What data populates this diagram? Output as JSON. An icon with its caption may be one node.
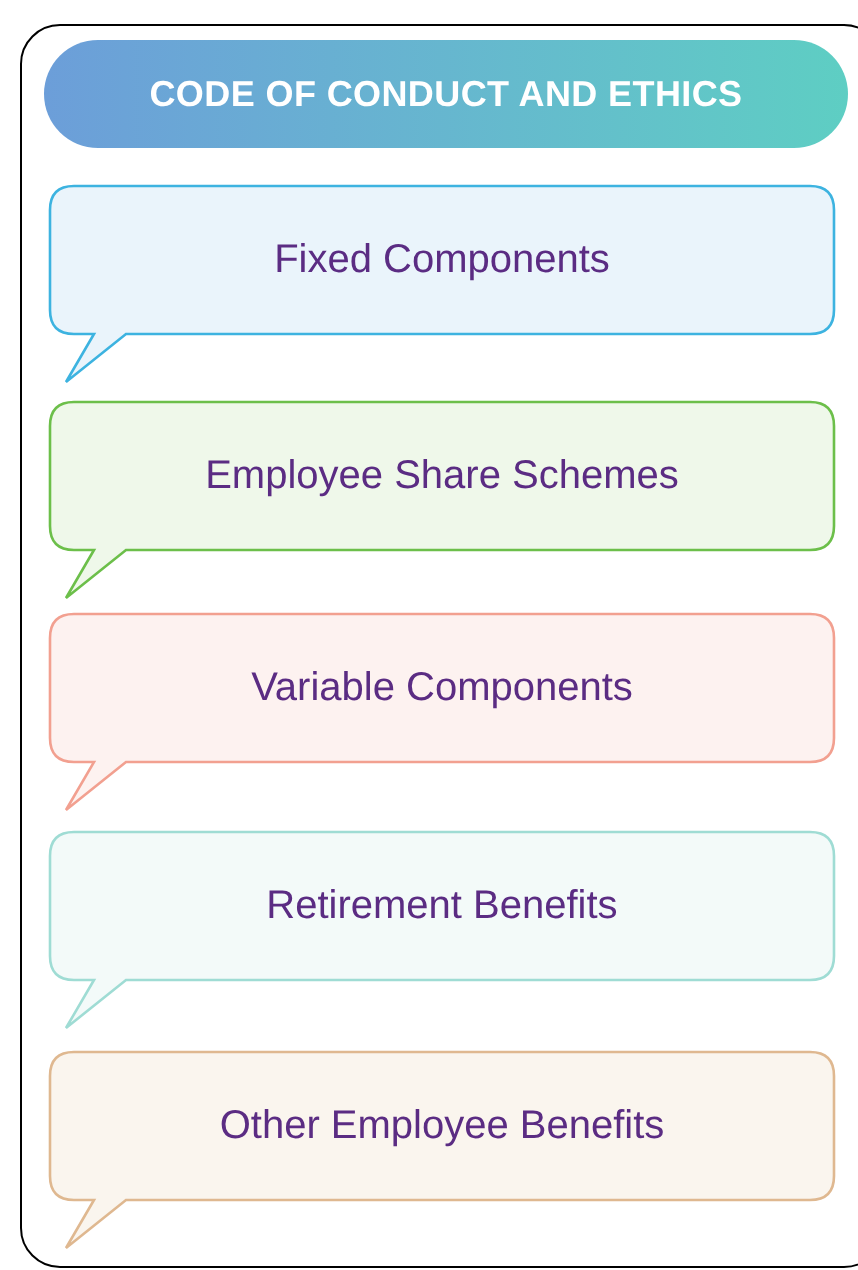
{
  "diagram": {
    "nodes": [
      {
        "text": [],
        "shape": "box"
      },
      {
        "text": [
          "CODE OF CONDUCT AND ETHICS"
        ],
        "in": 0
      },
      {
        "text": [
          "Fixed Components"
        ],
        "in": 0
      },
      {
        "text": [
          "Employee Share Schemes"
        ],
        "in": 0
      },
      {
        "text": [
          "Variable Components"
        ],
        "in": 0
      },
      {
        "text": [
          "Retirement Benefits"
        ],
        "in": 0
      },
      {
        "text": [
          "Other Employee Benefits"
        ],
        "in": 0
      }
    ]
  }
}
